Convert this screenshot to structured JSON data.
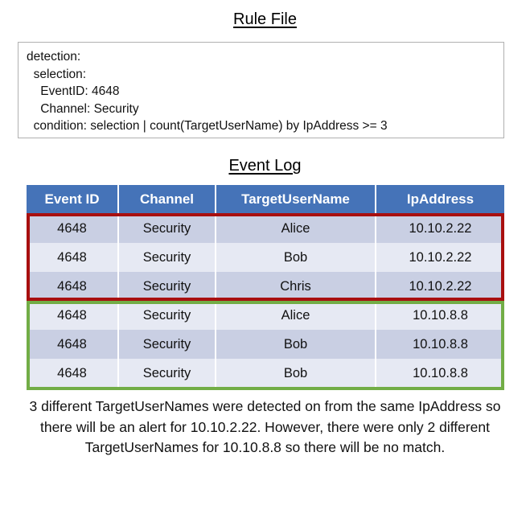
{
  "rule_section": {
    "title": "Rule File",
    "lines": [
      "detection:",
      "  selection:",
      "    EventID: 4648",
      "    Channel: Security",
      "  condition: selection | count(TargetUserName) by IpAddress >= 3"
    ]
  },
  "log_section": {
    "title": "Event Log",
    "columns": [
      "Event ID",
      "Channel",
      "TargetUserName",
      "IpAddress"
    ],
    "rows": [
      {
        "event_id": "4648",
        "channel": "Security",
        "target_user_name": "Alice",
        "ip_address": "10.10.2.22"
      },
      {
        "event_id": "4648",
        "channel": "Security",
        "target_user_name": "Bob",
        "ip_address": "10.10.2.22"
      },
      {
        "event_id": "4648",
        "channel": "Security",
        "target_user_name": "Chris",
        "ip_address": "10.10.2.22"
      },
      {
        "event_id": "4648",
        "channel": "Security",
        "target_user_name": "Alice",
        "ip_address": "10.10.8.8"
      },
      {
        "event_id": "4648",
        "channel": "Security",
        "target_user_name": "Bob",
        "ip_address": "10.10.8.8"
      },
      {
        "event_id": "4648",
        "channel": "Security",
        "target_user_name": "Bob",
        "ip_address": "10.10.8.8"
      }
    ],
    "highlights": [
      {
        "name": "matching-group",
        "color": "#a80f0f",
        "rows": [
          0,
          1,
          2
        ],
        "ip_address": "10.10.2.22",
        "distinct_users": 3
      },
      {
        "name": "non-matching-group",
        "color": "#72ad46",
        "rows": [
          3,
          4,
          5
        ],
        "ip_address": "10.10.8.8",
        "distinct_users": 2
      }
    ]
  },
  "caption": {
    "text": "3 different TargetUserNames were detected on from the same IpAddress so there will be an alert for 10.10.2.22. However, there were only 2 different TargetUserNames for 10.10.8.8 so there will be no match."
  },
  "colors": {
    "header_blue": "#4573b8",
    "row_dark": "#c9cfe3",
    "row_light": "#e6e9f3",
    "alert_red": "#a80f0f",
    "no_match_green": "#72ad46",
    "box_border": "#b0b0b0"
  }
}
